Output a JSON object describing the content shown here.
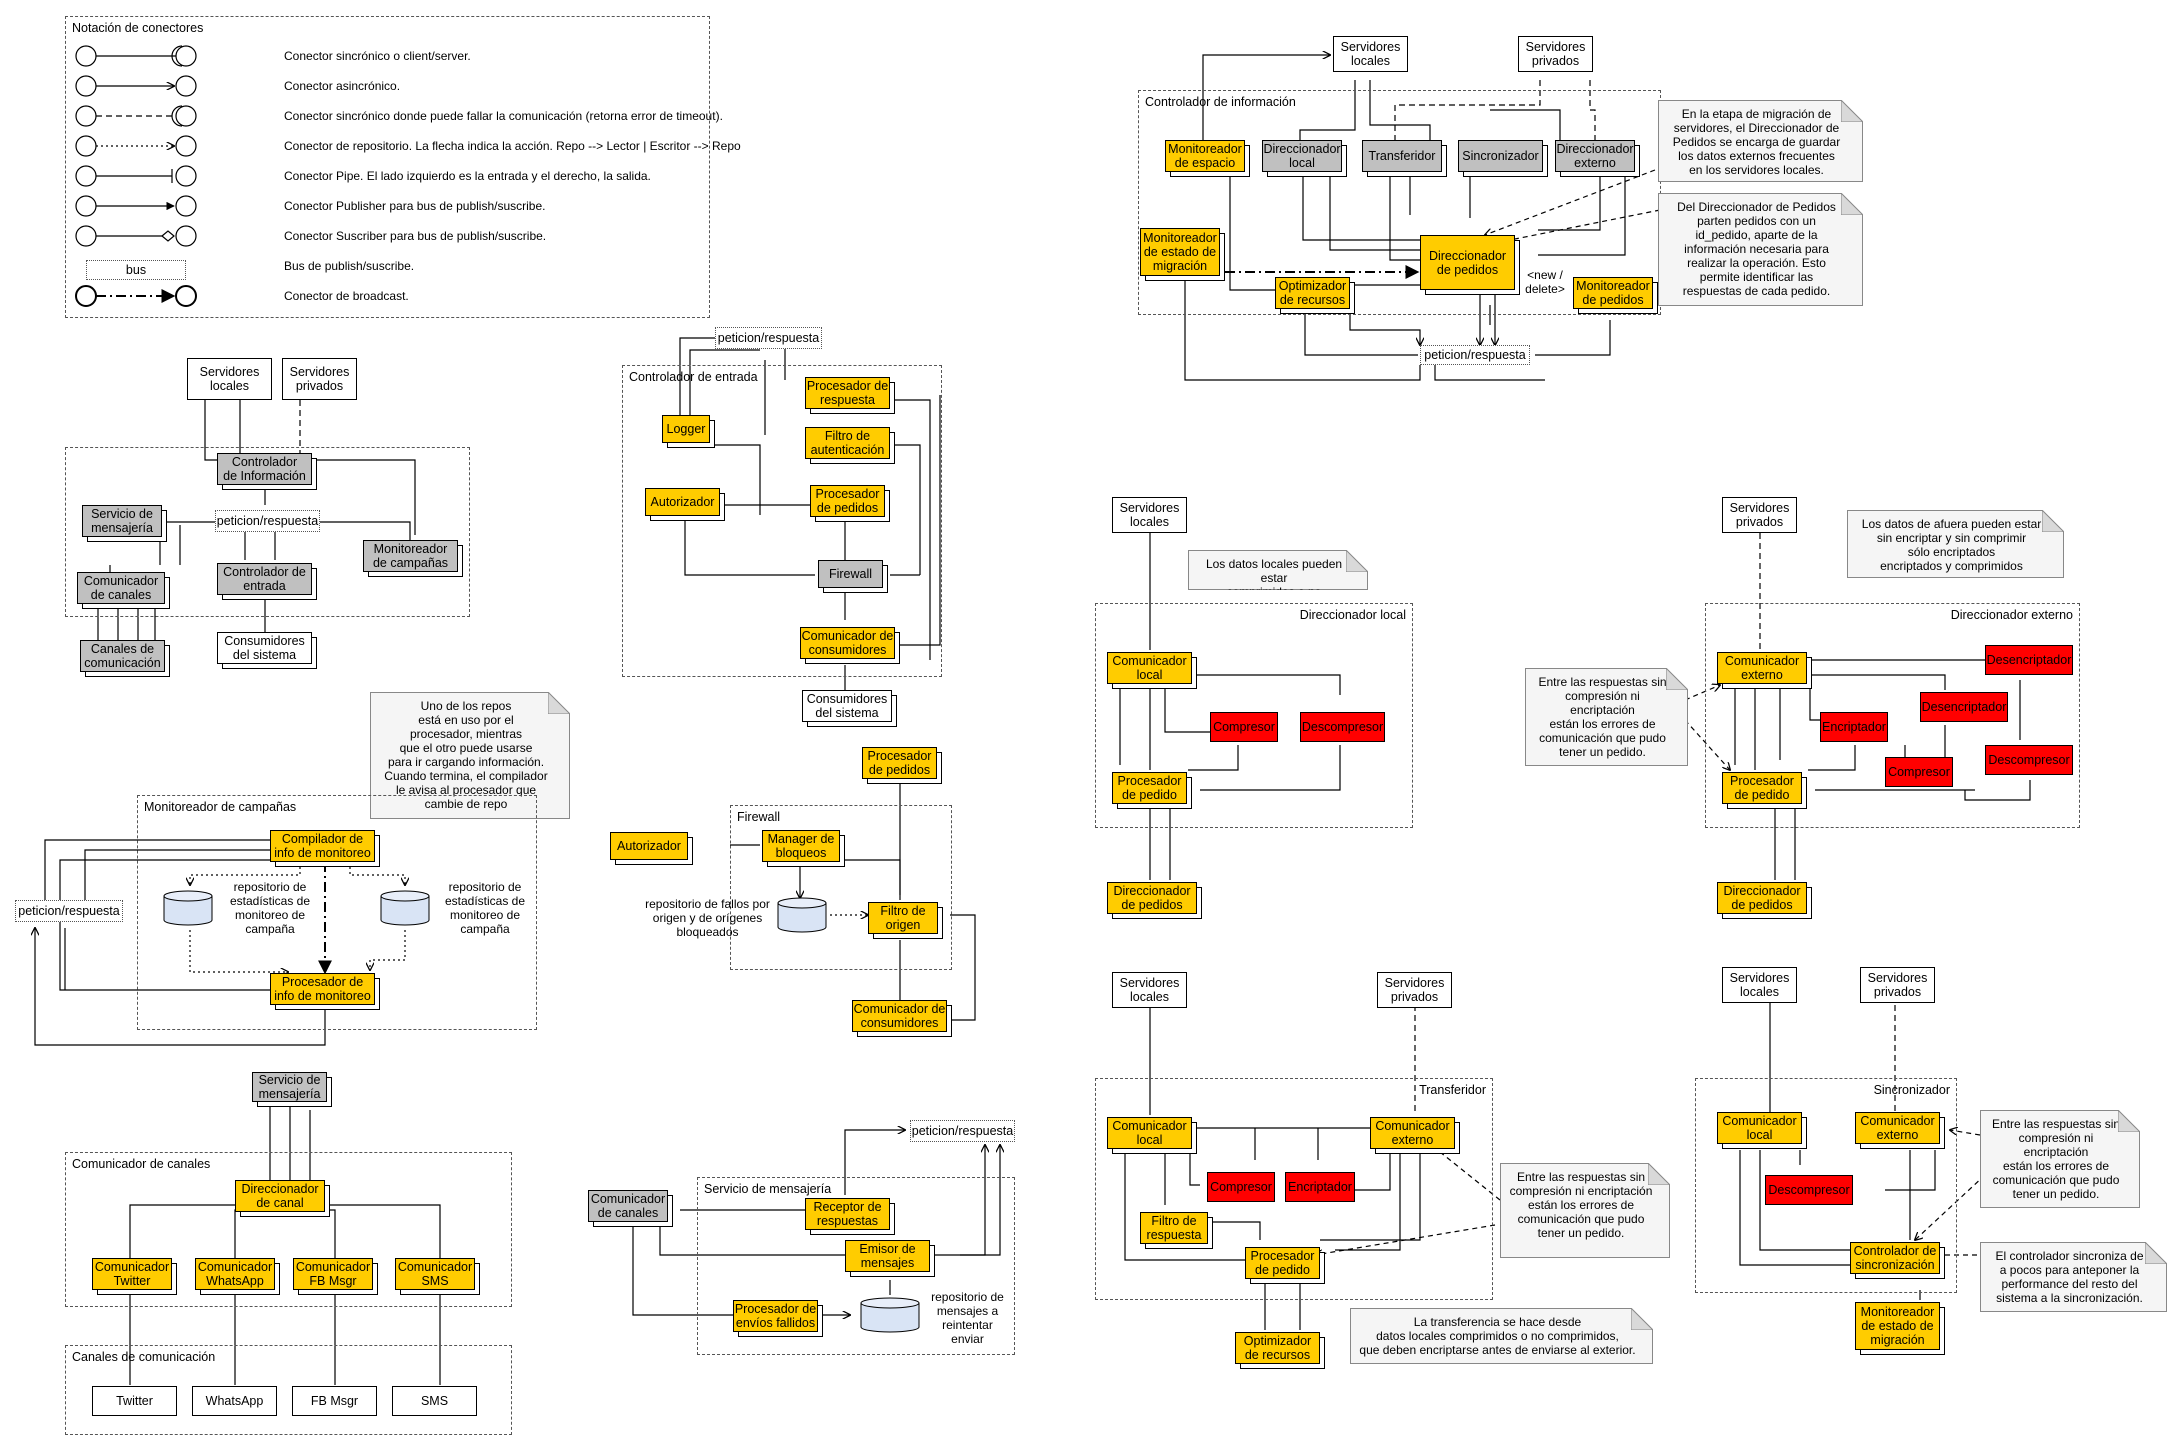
{
  "legend": {
    "title": "Notación de conectores",
    "items": [
      {
        "kind": "sync",
        "text": "Conector sincrónico o client/server."
      },
      {
        "kind": "async",
        "text": "Conector asincrónico."
      },
      {
        "kind": "timeout",
        "text": "Conector sincrónico donde puede fallar la comunicación (retorna error de timeout)."
      },
      {
        "kind": "repo",
        "text": "Conector de repositorio. La flecha indica la acción. Repo --> Lector | Escritor --> Repo"
      },
      {
        "kind": "pipe",
        "text": "Conector Pipe. El lado izquierdo es la entrada y el derecho, la salida."
      },
      {
        "kind": "publisher",
        "text": "Conector Publisher para bus de publish/suscribe."
      },
      {
        "kind": "subscriber",
        "text": "Conector Suscriber para bus de publish/suscribe."
      },
      {
        "kind": "bus",
        "text": "Bus de publish/suscribe.",
        "bus_label": "bus"
      },
      {
        "kind": "broadcast",
        "text": "Conector de broadcast."
      }
    ]
  },
  "overview": {
    "servidores_locales": "Servidores\nlocales",
    "servidores_privados": "Servidores\nprivados",
    "controlador_informacion": "Controlador\nde Información",
    "servicio_mensajeria": "Servicio de\nmensajería",
    "peticion_respuesta": "peticion/respuesta",
    "comunicador_canales": "Comunicador\nde canales",
    "controlador_entrada": "Controlador de\nentrada",
    "monitoreador_campanas": "Monitoreador\nde campañas",
    "canales_comunicacion": "Canales de\ncomunicación",
    "consumidores": "Consumidores\ndel sistema"
  },
  "controlador_entrada": {
    "title": "Controlador de entrada",
    "bus": "peticion/respuesta",
    "logger": "Logger",
    "procesador_respuesta": "Procesador de\nrespuesta",
    "filtro_autenticacion": "Filtro de\nautenticación",
    "autorizador": "Autorizador",
    "procesador_pedidos": "Procesador\nde pedidos",
    "firewall": "Firewall",
    "comunicador_consumidores": "Comunicador de\nconsumidores",
    "consumidores": "Consumidores\ndel sistema"
  },
  "monitoreador_campanas": {
    "title": "Monitoreador de campañas",
    "note": "Uno de los repos\nestá en uso por el\nprocesador, mientras\nque el otro puede usarse\npara ir cargando información.\nCuando termina, el compilador\nle avisa al procesador que\ncambie de repo",
    "bus": "peticion/respuesta",
    "compilador": "Compilador de\ninfo de monitoreo",
    "repo1": "repositorio de\nestadísticas de\nmonitoreo de\ncampaña",
    "repo2": "repositorio de\nestadísticas de\nmonitoreo de\ncampaña",
    "procesador": "Procesador de\ninfo de monitoreo"
  },
  "firewall": {
    "title": "Firewall",
    "procesador_pedidos": "Procesador\nde pedidos",
    "autorizador": "Autorizador",
    "manager": "Manager de\nbloqueos",
    "repo": "repositorio de fallos por\norigen y de orígenes\nbloqueados",
    "filtro": "Filtro de\norigen",
    "comunicador": "Comunicador de\nconsumidores"
  },
  "comunicador_canales": {
    "title": "Comunicador de canales",
    "servicio": "Servicio de\nmensajería",
    "direccionador": "Direccionador\nde canal",
    "twitter": "Comunicador\nTwitter",
    "whatsapp": "Comunicador\nWhatsApp",
    "fb": "Comunicador\nFB Msgr",
    "sms": "Comunicador\nSMS"
  },
  "canales_comunicacion": {
    "title": "Canales de comunicación",
    "twitter": "Twitter",
    "whatsapp": "WhatsApp",
    "fb": "FB Msgr",
    "sms": "SMS"
  },
  "servicio_mensajeria": {
    "title": "Servicio de mensajería",
    "comunicador": "Comunicador\nde canales",
    "bus": "peticion/respuesta",
    "receptor": "Receptor de\nrespuestas",
    "emisor": "Emisor de\nmensajes",
    "procesador": "Procesador de\nenvíos fallidos",
    "repo": "repositorio de\nmensajes a\nreintentar\nenviar"
  },
  "controlador_info": {
    "title": "Controlador de información",
    "servidores_locales": "Servidores\nlocales",
    "servidores_privados": "Servidores\nprivados",
    "monitoreador_espacio": "Monitoreador\nde espacio",
    "direccionador_local": "Direccionador\nlocal",
    "transferidor": "Transferidor",
    "sincronizador": "Sincronizador",
    "direccionador_externo": "Direccionador\nexterno",
    "monitoreador_migracion": "Monitoreador\nde estado de\nmigración",
    "direccionador_pedidos": "Direccionador\nde pedidos",
    "optimizador": "Optimizador\nde recursos",
    "new_delete": "<new /\ndelete>",
    "monitoreador_pedidos": "Monitoreador\nde pedidos",
    "bus": "peticion/respuesta",
    "note1": "En la etapa de migración de\nservidores, el Direccionador de\nPedidos se encarga de guardar\nlos datos externos frecuentes\nen los servidores locales.",
    "note2": "Del Direccionador de Pedidos\nparten pedidos con un\nid_pedido, aparte de la\ninformación necesaria para\nrealizar la operación. Esto\npermite identificar las\nrespuestas de cada pedido."
  },
  "direccionador_local": {
    "title": "Direccionador local",
    "servidores": "Servidores\nlocales",
    "note": "Los datos locales pueden estar\ncomprimidos o no comprimidos.",
    "comunicador": "Comunicador\nlocal",
    "compresor": "Compresor",
    "descompresor": "Descompresor",
    "procesador": "Procesador\nde pedido",
    "direccionador_pedidos": "Direccionador\nde pedidos"
  },
  "direccionador_externo": {
    "title": "Direccionador externo",
    "servidores": "Servidores\nprivados",
    "note_top": "Los datos de afuera pueden estar\nsin encriptar y sin comprimir\nsólo encriptados\nencriptados y comprimidos",
    "note_left": "Entre las respuestas sin\ncompresión ni encriptación\nestán los errores de\ncomunicación que pudo\ntener un pedido.",
    "comunicador": "Comunicador\nexterno",
    "desencriptador1": "Desencriptador",
    "desencriptador2": "Desencriptador",
    "encriptador": "Encriptador",
    "descompresor": "Descompresor",
    "compresor": "Compresor",
    "procesador": "Procesador\nde pedido",
    "direccionador_pedidos": "Direccionador\nde pedidos"
  },
  "transferidor": {
    "title": "Transferidor",
    "servidores_locales": "Servidores\nlocales",
    "servidores_privados": "Servidores\nprivados",
    "comunicador_local": "Comunicador\nlocal",
    "comunicador_externo": "Comunicador\nexterno",
    "compresor": "Compresor",
    "encriptador": "Encriptador",
    "filtro": "Filtro de\nrespuesta",
    "procesador": "Procesador\nde pedido",
    "optimizador": "Optimizador\nde recursos",
    "note_right": "Entre las respuestas sin\ncompresión ni encriptación\nestán los errores de\ncomunicación que pudo\ntener un pedido.",
    "note_bottom": "La transferencia se hace desde\ndatos locales comprimidos o no comprimidos,\nque deben encriptarse antes de enviarse al exterior."
  },
  "sincronizador": {
    "title": "Sincronizador",
    "servidores_locales": "Servidores\nlocales",
    "servidores_privados": "Servidores\nprivados",
    "comunicador_local": "Comunicador\nlocal",
    "comunicador_externo": "Comunicador\nexterno",
    "descompresor": "Descompresor",
    "controlador": "Controlador de\nsincronización",
    "monitoreador": "Monitoreador\nde estado de\nmigración",
    "note1": "Entre las respuestas sin\ncompresión ni encriptación\nestán los errores de\ncomunicación que pudo\ntener un pedido.",
    "note2": "El controlador sincroniza de\na pocos para anteponer la\nperformance del resto del\nsistema a la sincronización."
  },
  "colors": {
    "component": "#ffcc00",
    "external": "#c0c0c0",
    "transform": "#ff0000",
    "note": "#f5f5f5"
  }
}
